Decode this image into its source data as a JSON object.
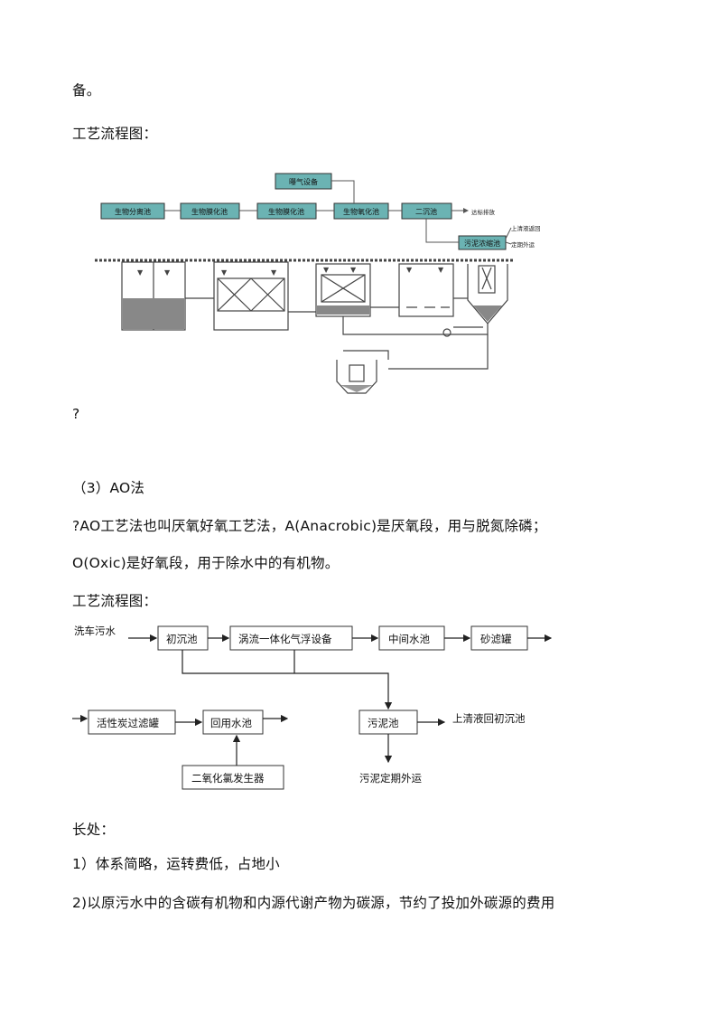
{
  "lines": {
    "l1": "备。",
    "l2": "工艺流程图：",
    "l3": "?",
    "l4": "（3）AO法",
    "l5": "?AO工艺法也叫厌氧好氧工艺法，A(Anacrobic)是厌氧段，用与脱氮除磷；",
    "l6": "O(Oxic)是好氧段，用于除水中的有机物。",
    "l7": "工艺流程图：",
    "l8": "长处：",
    "l9": "1）体系简略，运转费低，占地小",
    "l10": "2)以原污水中的含碳有机物和内源代谢产物为碳源，节约了投加外碳源的费用"
  },
  "diagram1": {
    "aeration": "曝气设备",
    "bio_sep": "生物分离池",
    "bio_film1": "生物膜化池",
    "bio_film2": "生物膜化池",
    "bio_ox": "生物氧化池",
    "sec_settle": "二沉池",
    "sludge_thick": "污泥浓缩池",
    "discharge": "达标排放",
    "supernatant": "上清液返回",
    "periodic": "定期外运"
  },
  "diagram2": {
    "wash": "洗车污水",
    "primary": "初沉池",
    "vortex": "涡流一体化气浮设备",
    "middle": "中间水池",
    "sand": "砂滤罐",
    "carbon": "活性炭过滤罐",
    "reuse": "回用水池",
    "sludge": "污泥池",
    "supernatant": "上清液回初沉池",
    "clo2": "二氧化氯发生器",
    "transport": "污泥定期外运"
  }
}
